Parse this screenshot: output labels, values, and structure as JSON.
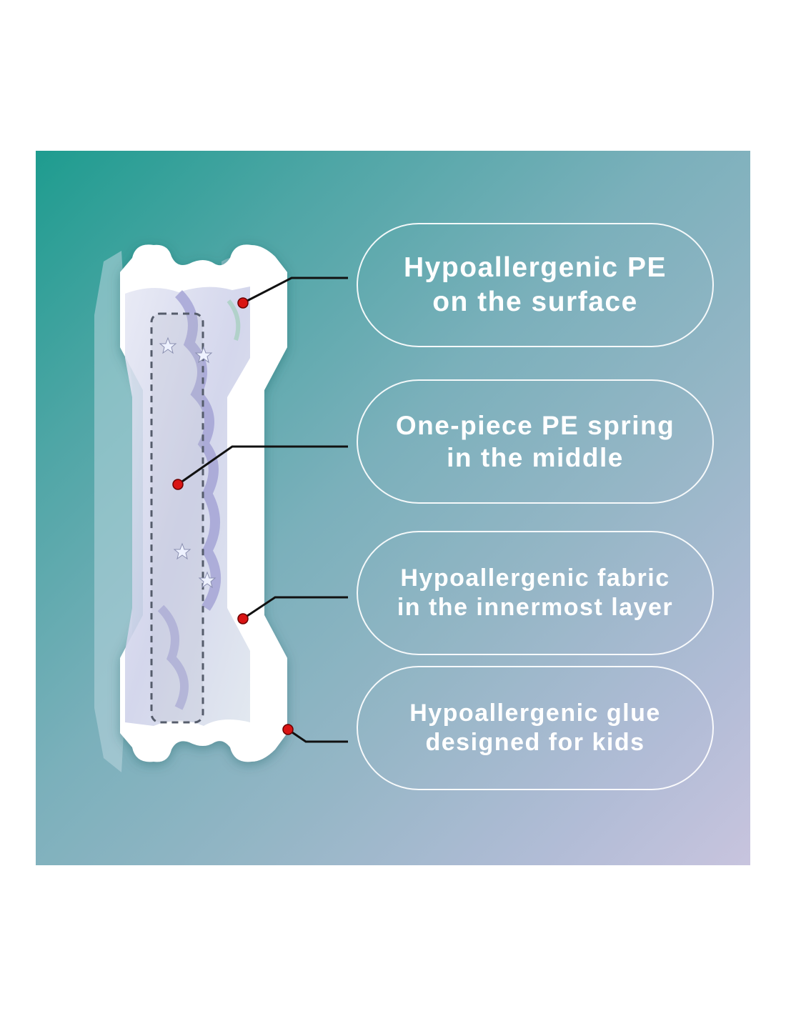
{
  "infographic": {
    "subject": "kids nasal strip",
    "colors": {
      "gradient_start": "#1e9c8f",
      "gradient_end": "#c8c4de",
      "callout_dot": "#d91414",
      "leader_line": "#111111",
      "pill_border": "#ffffff",
      "text": "#ffffff"
    },
    "callouts": [
      {
        "line1": "Hypoallergenic PE",
        "line2": "on the surface"
      },
      {
        "line1": "One-piece PE spring",
        "line2": "in the middle"
      },
      {
        "line1": "Hypoallergenic fabric",
        "line2": "in the innermost layer"
      },
      {
        "line1": "Hypoallergenic glue",
        "line2": "designed for kids"
      }
    ]
  }
}
